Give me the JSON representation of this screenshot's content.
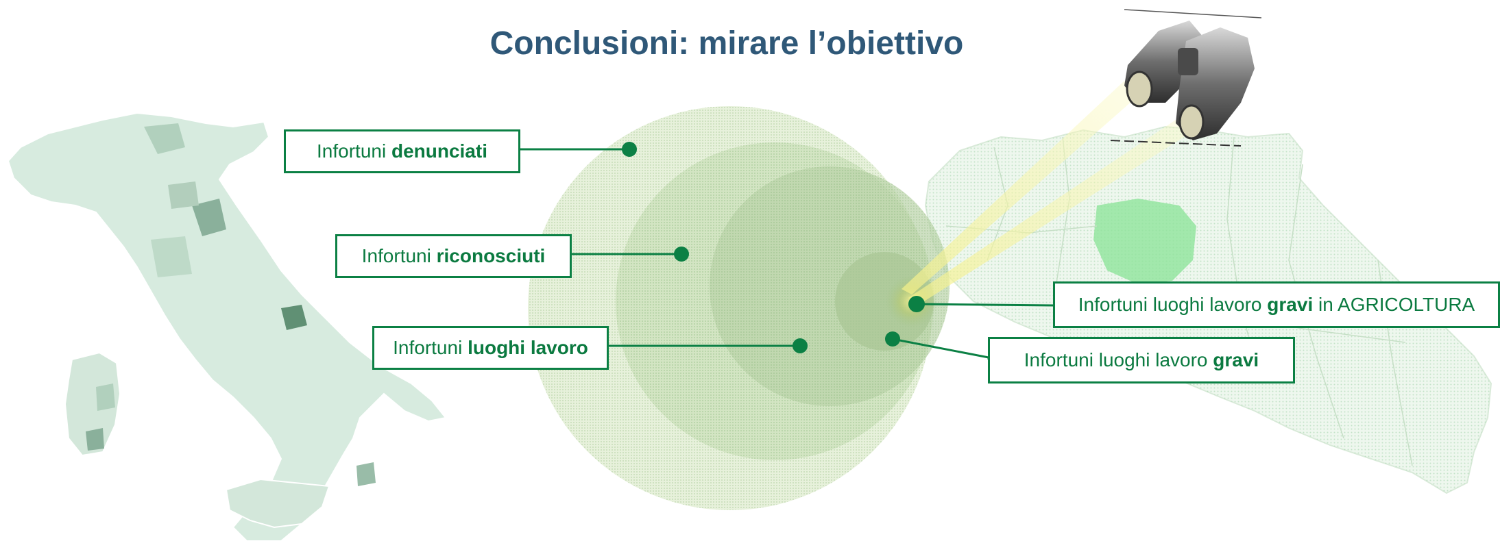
{
  "title": "Conclusioni: mirare l’obiettivo",
  "colors": {
    "title": "#2f5878",
    "accent_green": "#0b8044",
    "map_fill": "#cfe6d8",
    "map_dark": "#4f8466",
    "target_fill": "#9fc48f",
    "beam": "#f7f4a8",
    "highlight_region": "#7ddf8e"
  },
  "labels": {
    "denunciati": {
      "prefix": "Infortuni ",
      "bold": "denunciati",
      "suffix": ""
    },
    "riconosciuti": {
      "prefix": "Infortuni ",
      "bold": "riconosciuti",
      "suffix": ""
    },
    "luoghi_lavoro": {
      "prefix": "Infortuni ",
      "bold": "luoghi lavoro",
      "suffix": ""
    },
    "gravi_agricoltura": {
      "prefix": "Infortuni luoghi lavoro ",
      "bold": "gravi",
      "suffix": " in AGRICOLTURA"
    },
    "gravi": {
      "prefix": "Infortuni luoghi lavoro ",
      "bold": "gravi",
      "suffix": ""
    }
  },
  "icons": {
    "binoculars": "binoculars-icon",
    "italy_map": "italy-map",
    "region_map": "region-map"
  }
}
